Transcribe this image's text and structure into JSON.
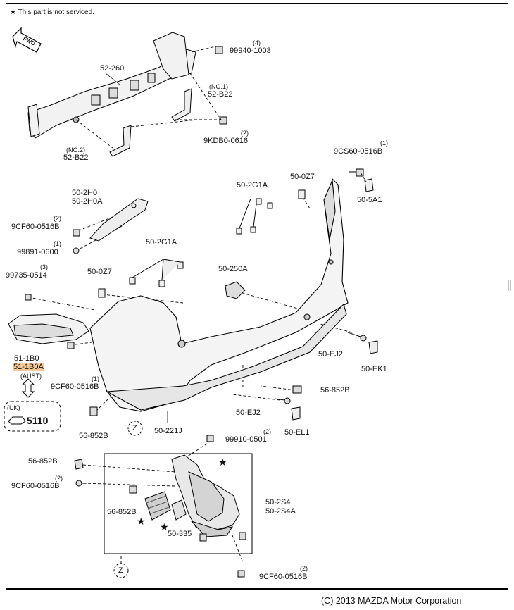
{
  "header": {
    "note": "This part is not serviced."
  },
  "footer": {
    "copyright": "(C) 2013 MAZDA Motor Corporation"
  },
  "fwd": "FWD",
  "zones": {
    "z1": "Z",
    "z2": "Z"
  },
  "star": "★",
  "labels": {
    "p_99940_1003_qty": "(4)",
    "p_99940_1003": "99940-1003",
    "p_52_260": "52-260",
    "p_52_B22_no1_note": "(NO.1)",
    "p_52_B22_no1": "52-B22",
    "p_9KDB0_qty": "(2)",
    "p_9KDB0": "9KDB0-0616",
    "p_52_B22_no2_note": "(NO.2)",
    "p_52_B22_no2": "52-B22",
    "p_9CS60_qty": "(1)",
    "p_9CS60": "9CS60-0516B",
    "p_50_0Z7_a": "50-0Z7",
    "p_50_5A1": "50-5A1",
    "p_50_2G1A_a": "50-2G1A",
    "p_50_2H0": "50-2H0",
    "p_50_2H0A": "50-2H0A",
    "p_9CF60_a_qty": "(2)",
    "p_9CF60_a": "9CF60-0516B",
    "p_99891_qty": "(1)",
    "p_99891": "99891-0600",
    "p_50_2G1A_b": "50-2G1A",
    "p_99735_qty": "(3)",
    "p_99735": "99735-0514",
    "p_50_0Z7_b": "50-0Z7",
    "p_50_250A": "50-250A",
    "p_51_1B0": "51-1B0",
    "p_51_1B0A": "51-1B0A",
    "p_aust": "(AUST)",
    "p_uk": "(UK)",
    "p_5110": "5110",
    "p_9CF60_b_qty": "(1)",
    "p_9CF60_b": "9CF60-0516B",
    "p_50_EJ2_a": "50-EJ2",
    "p_50_EK1": "50-EK1",
    "p_56_852B_a": "56-852B",
    "p_50_EJ2_b": "50-EJ2",
    "p_50_EL1": "50-EL1",
    "p_56_852B_b": "56-852B",
    "p_50_221J": "50-221J",
    "p_99910_qty": "(2)",
    "p_99910": "99910-0501",
    "p_56_852B_c": "56-852B",
    "p_9CF60_c_qty": "(2)",
    "p_9CF60_c": "9CF60-0516B",
    "p_56_852B_d": "56-852B",
    "p_50_2S4": "50-2S4",
    "p_50_2S4A": "50-2S4A",
    "p_50_335": "50-335",
    "p_9CF60_d_qty": "(2)",
    "p_9CF60_d": "9CF60-0516B"
  }
}
